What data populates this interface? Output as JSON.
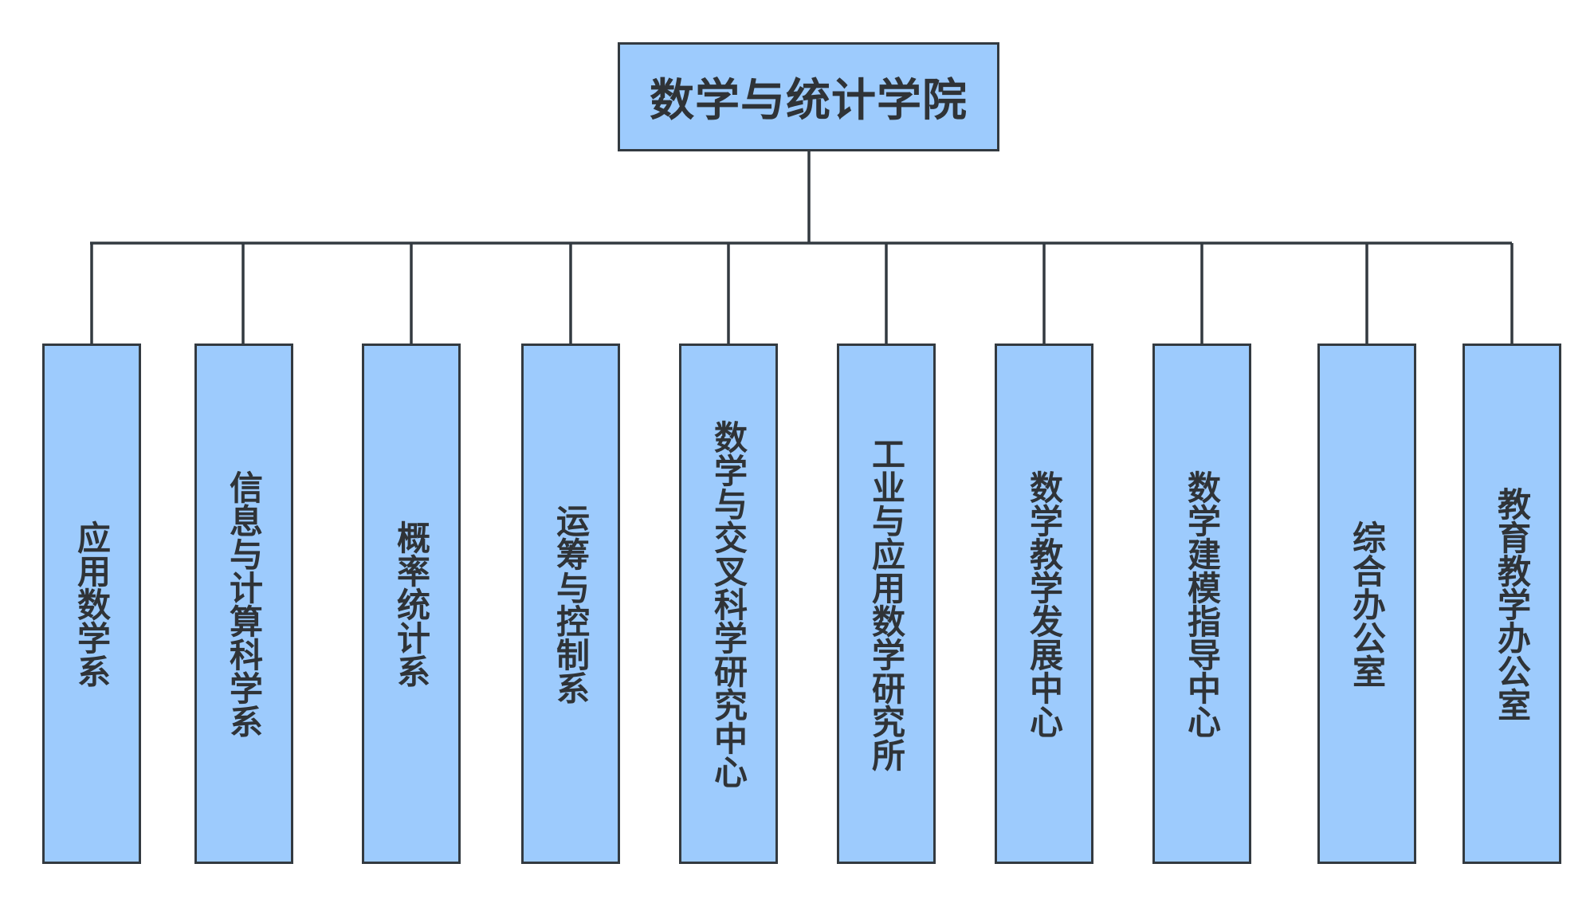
{
  "root": {
    "label": "数学与统计学院"
  },
  "departments": [
    {
      "label": "应用数学系"
    },
    {
      "label": "信息与计算科学系"
    },
    {
      "label": "概率统计系"
    },
    {
      "label": "运筹与控制系"
    },
    {
      "label": "数学与交叉科学研究中心"
    },
    {
      "label": "工业与应用数学研究所"
    },
    {
      "label": "数学教学发展中心"
    },
    {
      "label": "数学建模指导中心"
    },
    {
      "label": "综合办公室"
    },
    {
      "label": "教育教学办公室"
    }
  ],
  "colors": {
    "box_fill": "#9dcbfd",
    "box_border": "#333a40",
    "text": "#2f3337",
    "connector": "#333a40",
    "background": "#ffffff"
  }
}
